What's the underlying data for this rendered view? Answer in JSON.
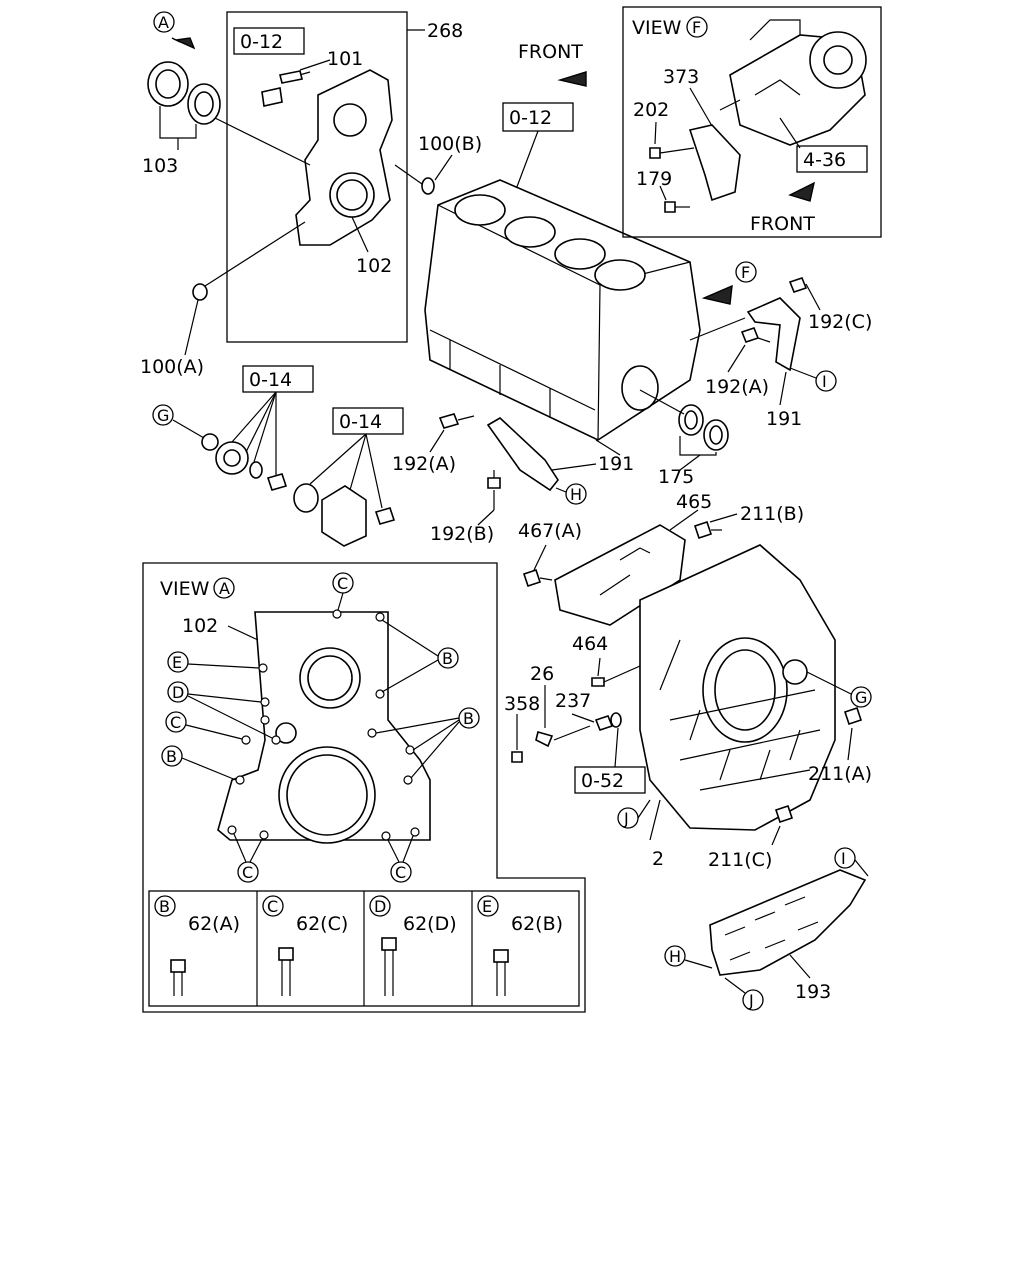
{
  "callouts": {
    "c268": "268",
    "c101": "101",
    "c103": "103",
    "c102": "102",
    "c100b": "100(B)",
    "c100a": "100(A)",
    "c012a": "0-12",
    "c012b": "0-12",
    "front1": "FRONT",
    "front2": "FRONT",
    "c014a": "0-14",
    "c014b": "0-14",
    "c192a1": "192(A)",
    "c192a2": "192(A)",
    "c192b": "192(B)",
    "c192c": "192(C)",
    "c191a": "191",
    "c191b": "191",
    "c175": "175",
    "c465": "465",
    "c467a": "467(A)",
    "c211b": "211(B)",
    "c211a": "211(A)",
    "c211c": "211(C)",
    "c464": "464",
    "c26": "26",
    "c358": "358",
    "c237": "237",
    "c052": "0-52",
    "c2": "2",
    "c193": "193",
    "c373": "373",
    "c202": "202",
    "c179": "179",
    "c436": "4-36"
  },
  "view_f": {
    "title": "VIEW",
    "ref": "F"
  },
  "view_a": {
    "title": "VIEW",
    "ref": "A",
    "part": "102"
  },
  "letters": {
    "A": "A",
    "B": "B",
    "C": "C",
    "D": "D",
    "E": "E",
    "F": "F",
    "G": "G",
    "H": "H",
    "I": "I",
    "J": "J"
  },
  "legend": [
    {
      "letter": "B",
      "part": "62(A)"
    },
    {
      "letter": "C",
      "part": "62(C)"
    },
    {
      "letter": "D",
      "part": "62(D)"
    },
    {
      "letter": "E",
      "part": "62(B)"
    }
  ]
}
